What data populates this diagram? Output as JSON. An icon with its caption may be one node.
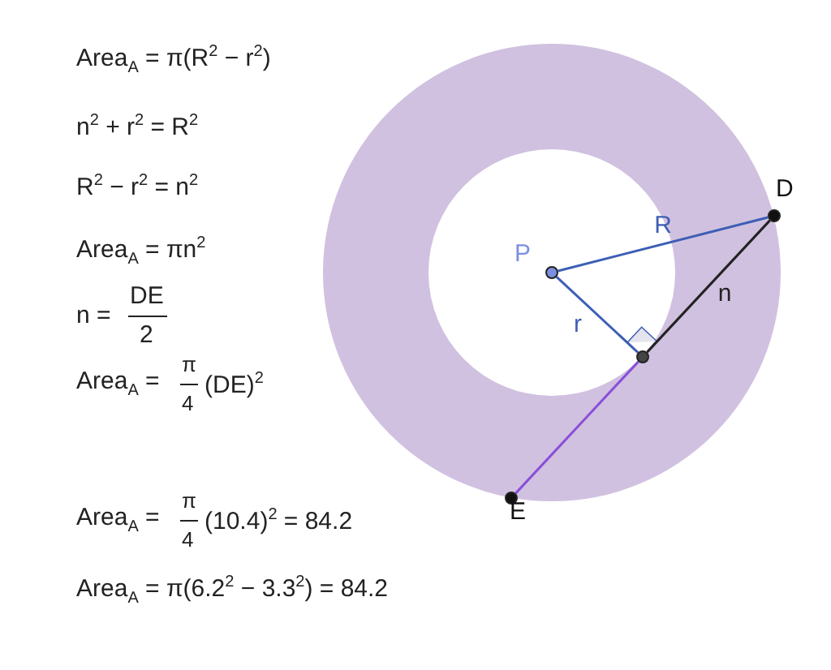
{
  "diagram": {
    "nodes": [
      {
        "text": [
          "P"
        ]
      },
      {
        "text": [
          "D"
        ]
      },
      {
        "text": [],
        "shape": "circle"
      },
      {
        "text": [
          "E"
        ]
      }
    ],
    "edges": [
      {
        "from": 0,
        "to": 1,
        "arrow": "none",
        "label": "R"
      },
      {
        "from": 0,
        "to": 2,
        "arrow": "none",
        "label": "r"
      },
      {
        "from": 2,
        "to": 1,
        "arrow": "none",
        "label": "n",
        "color": "#222222"
      },
      {
        "from": 2,
        "to": 3,
        "arrow": "none",
        "color": "#8a4fd8"
      }
    ],
    "labels": [
      "Area$_{A}$ = π(R$^{2}$ − r$^{2}$)",
      "n$^{2}$ + r$^{2}$ = R$^{2}$",
      "R$^{2}$ − r$^{2}$ = n$^{2}$",
      "Area$_{A}$ = πn$^{2}$",
      "n =",
      "DE",
      "2",
      "Area$_{A}$ =",
      "π",
      "4",
      "(DE)$^{2}$",
      "Area$_{A}$ =",
      "π",
      "4",
      "(10.4)$^{2}$ = 84.2",
      "Area$_{A}$ = π(6.2$^{2}$ − 3.3$^{2}$) = 84.2"
    ]
  }
}
